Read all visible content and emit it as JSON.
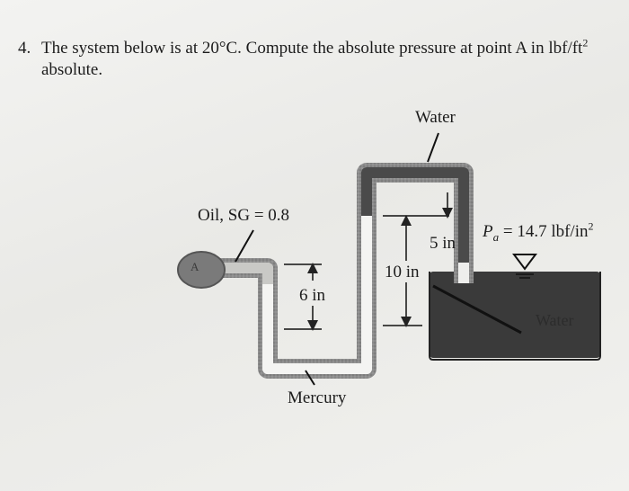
{
  "problem": {
    "number": "4.",
    "text_line1": "The system below is at 20°C. Compute the absolute pressure at point A in lbf/ft",
    "text_line1_sup": "2",
    "text_line2": "absolute."
  },
  "diagram": {
    "point_label": "A",
    "water_label": "Water",
    "oil_label": "Oil, SG = 0.8",
    "mercury_label": "Mercury",
    "dim_6in": "6 in",
    "dim_10in": "10 in",
    "dim_5in": "5 in",
    "pa_symbol": "P",
    "pa_sub": "a",
    "pa_value": " = 14.7 lbf/in",
    "pa_sup": "2",
    "tank_water_label": "Water"
  }
}
